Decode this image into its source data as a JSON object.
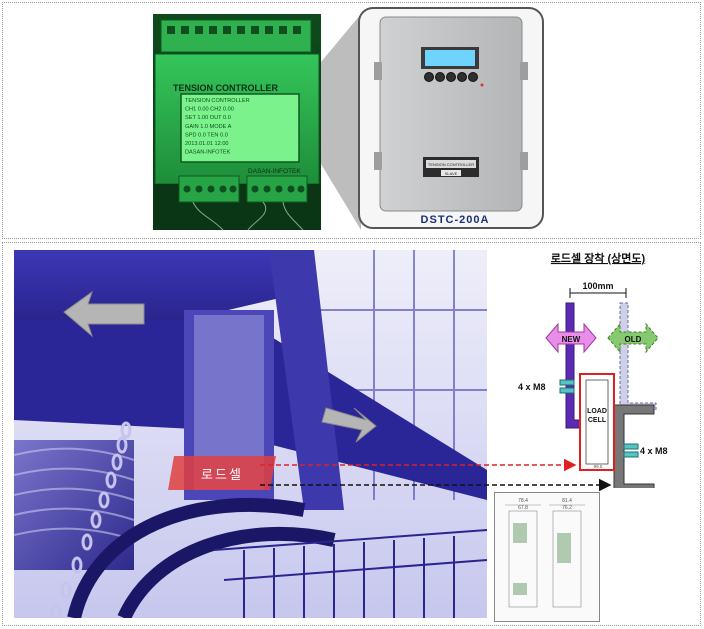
{
  "top": {
    "controller_photo": {
      "title": "TENSION CONTROLLER",
      "brand": "DASAN-INFOTEK",
      "lcd_lines": [
        "TENSION CONTROLLER",
        "CH1 0.00  CH2 0.00",
        "SET 1.00  OUT 0.0",
        "GAIN 1.0  MODE A",
        "SPD 0.0   TEN 0.0",
        "2013.01.01 12:00",
        "DASAN-INFOTEK"
      ]
    },
    "cabinet_photo": {
      "model_label": "DSTC-200A",
      "nameplate_text": "TENSION CONTROLLER",
      "slave_tag": "SLAVE"
    }
  },
  "bottom": {
    "load_cell_tag": "로드셀",
    "install_diagram": {
      "title": "로드셀 장착 (상면도)",
      "dimension": "100mm",
      "new_label": "NEW",
      "old_label": "OLD",
      "bolt_left": "4 x M8",
      "bolt_right": "4 x M8",
      "cell_label_line1": "LOAD",
      "cell_label_line2": "CELL",
      "cell_bottom_dim": "99.5"
    },
    "drawing": {
      "left_dims": [
        "78.4",
        "67.8"
      ],
      "right_dims": [
        "81.4",
        "76.2"
      ]
    }
  },
  "colors": {
    "photo_tint": "#3a36b8",
    "new_arrow": "#e88ee8",
    "old_arrow": "#86c96e",
    "load_cell_outline": "#e02020",
    "dashed_arrow_red": "#e02020",
    "dashed_arrow_black": "#111111",
    "pcb_green": "#1f9a3c"
  }
}
